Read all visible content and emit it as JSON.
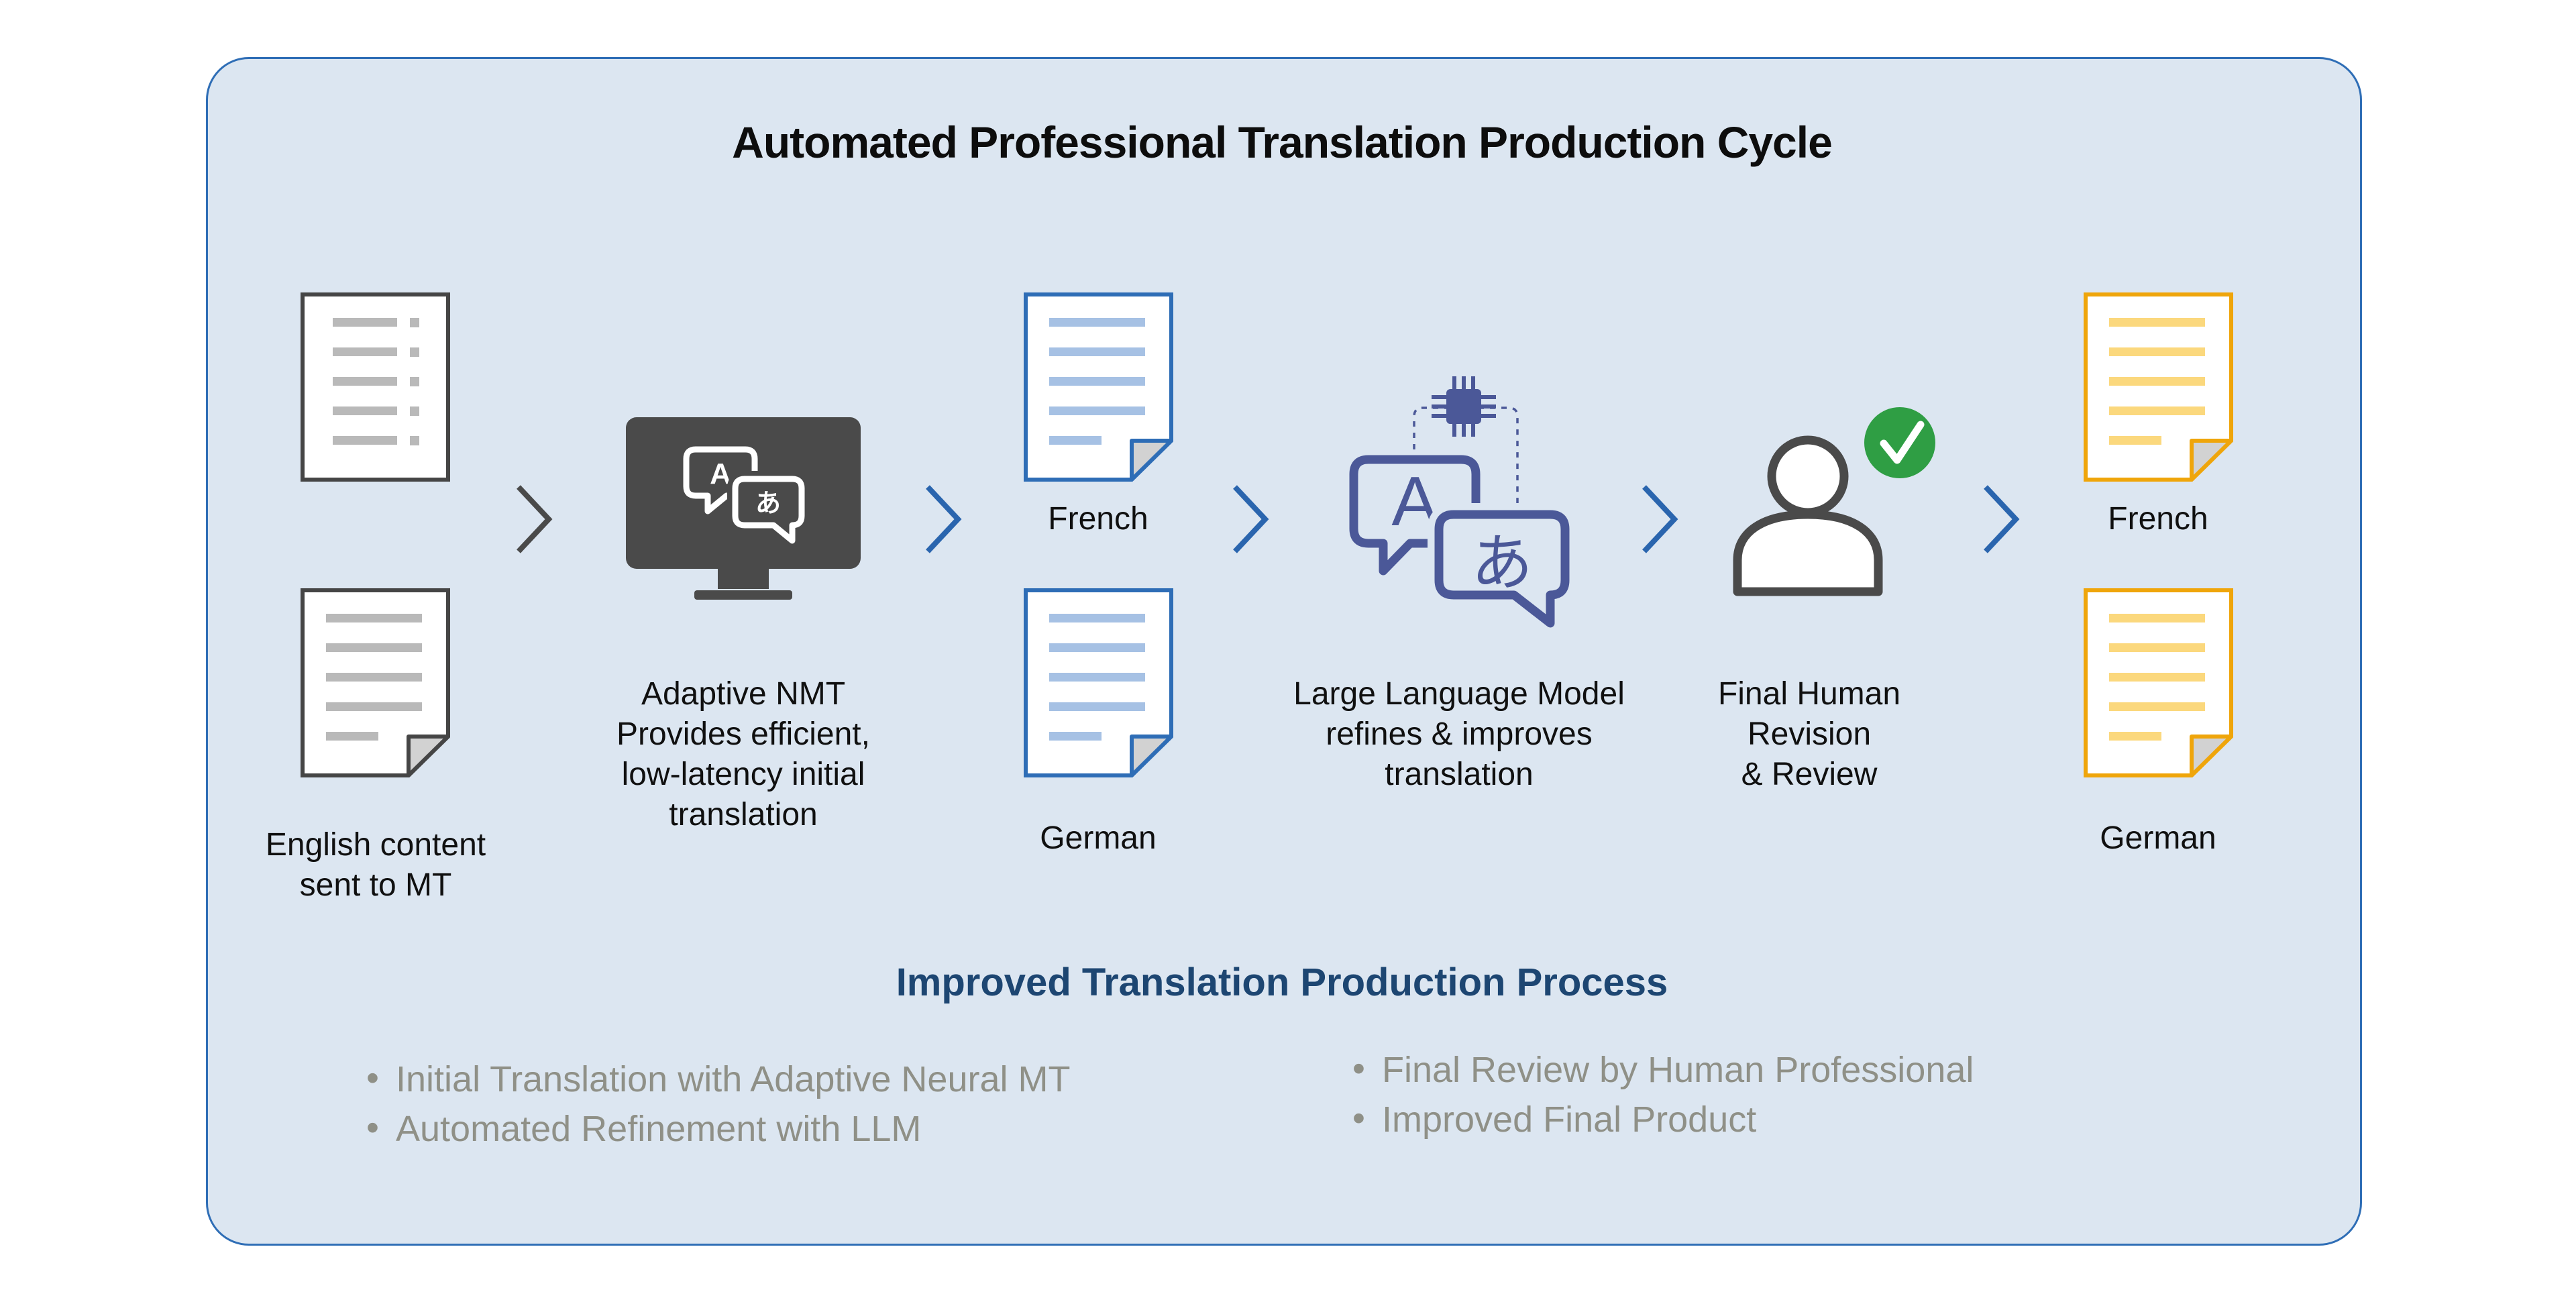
{
  "title": "Automated Professional Translation Production Cycle",
  "flow": {
    "source_label": [
      "English content",
      "sent to MT"
    ],
    "nmt_label": [
      "Adaptive NMT",
      "Provides efficient,",
      "low-latency initial",
      "translation"
    ],
    "mt_docs": [
      "French",
      "German"
    ],
    "llm_label": [
      "Large Language Model",
      "refines & improves",
      "translation"
    ],
    "human_label": [
      "Final Human",
      "Revision",
      "& Review"
    ],
    "final_docs": [
      "French",
      "German"
    ],
    "glyph_latin": "A",
    "glyph_kana": "あ"
  },
  "summary": {
    "heading": "Improved Translation Production Process",
    "bullets_left": [
      "Initial Translation with Adaptive Neural MT",
      "Automated Refinement with LLM"
    ],
    "bullets_right": [
      "Final Review by Human Professional",
      "Improved Final Product"
    ]
  },
  "colors": {
    "panel_bg": "#dce6f1",
    "panel_border": "#2f6eb6",
    "arrow_blue": "#2a65ae",
    "dark_gray": "#4a4a4a",
    "doc_gray_lines": "#b9b9b9",
    "doc_blue_border": "#2e6db6",
    "doc_blue_lines": "#a6c1e4",
    "doc_yellow_border": "#efa50a",
    "doc_yellow_lines": "#fbd87d",
    "llm_indigo": "#4b5898",
    "check_green": "#2f9e44",
    "heading_blue": "#1d4672",
    "muted_text": "#8f9087"
  }
}
